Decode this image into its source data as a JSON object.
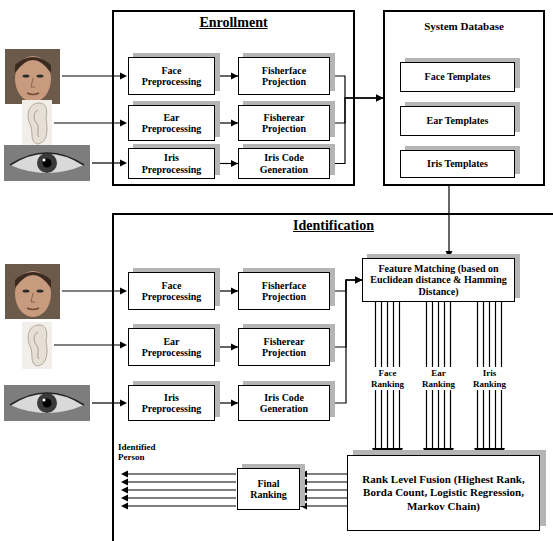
{
  "diagram": {
    "nodes": [
      {
        "text": [
          "Enrollment"
        ]
      },
      {
        "text": [
          "Face Preprocessing"
        ],
        "in": 0
      },
      {
        "text": [
          "Fisherface Projection"
        ],
        "in": 0
      },
      {
        "text": [
          "Ear Preprocessing"
        ],
        "in": 0
      },
      {
        "text": [
          "Fisherear Projection"
        ],
        "in": 0
      },
      {
        "text": [
          "Iris Preprocessing"
        ],
        "in": 0
      },
      {
        "text": [
          "Iris Code Generation"
        ],
        "in": 0
      },
      {
        "text": [
          "System Database"
        ]
      },
      {
        "text": [
          "Face Templates"
        ],
        "in": 7
      },
      {
        "text": [
          "Ear Templates"
        ],
        "in": 7
      },
      {
        "text": [
          "Iris Templates"
        ],
        "in": 7
      },
      {
        "text": [
          "Identification"
        ]
      },
      {
        "text": [
          "Face Preprocessing"
        ],
        "in": 11
      },
      {
        "text": [
          "Fisherface Projection"
        ],
        "in": 11
      },
      {
        "text": [
          "Ear Preprocessing"
        ],
        "in": 11
      },
      {
        "text": [
          "Fisherear Projection"
        ],
        "in": 11
      },
      {
        "text": [
          "Iris Preprocessing"
        ],
        "in": 11
      },
      {
        "text": [
          "Iris Code Generation"
        ],
        "in": 11
      },
      {
        "text": [
          "Feature Matching (based on Euclidean distance & Hamming Distance)"
        ],
        "in": 11
      },
      {
        "text": [
          "Rank Level Fusion (Highest Rank, Borda Count, Logistic Regression, Markov Chain)"
        ],
        "in": 11
      },
      {
        "text": [
          "Final Ranking"
        ],
        "in": 11
      }
    ],
    "edges": [
      {
        "from": 1,
        "to": 2,
        "arrow": "to"
      },
      {
        "from": 3,
        "to": 4,
        "arrow": "to"
      },
      {
        "from": 5,
        "to": 6,
        "arrow": "to"
      },
      {
        "from": 2,
        "to": 7,
        "arrow": "to"
      },
      {
        "from": 4,
        "to": 7,
        "arrow": "to"
      },
      {
        "from": 6,
        "to": 7,
        "arrow": "to"
      },
      {
        "from": 7,
        "to": 18,
        "arrow": "to"
      },
      {
        "from": 12,
        "to": 13,
        "arrow": "to"
      },
      {
        "from": 14,
        "to": 15,
        "arrow": "to"
      },
      {
        "from": 16,
        "to": 17,
        "arrow": "to"
      },
      {
        "from": 13,
        "to": 18,
        "arrow": "to"
      },
      {
        "from": 15,
        "to": 18,
        "arrow": "to"
      },
      {
        "from": 17,
        "to": 18,
        "arrow": "to"
      },
      {
        "from": 18,
        "to": 19,
        "label": "Face Ranking",
        "arrow": "to"
      },
      {
        "from": 18,
        "to": 19,
        "label": "Ear Ranking",
        "arrow": "to"
      },
      {
        "from": 18,
        "to": 19,
        "label": "Iris Ranking",
        "arrow": "to"
      },
      {
        "from": 19,
        "to": 20,
        "arrow": "to"
      }
    ],
    "labels": [
      "Identified Person"
    ]
  }
}
